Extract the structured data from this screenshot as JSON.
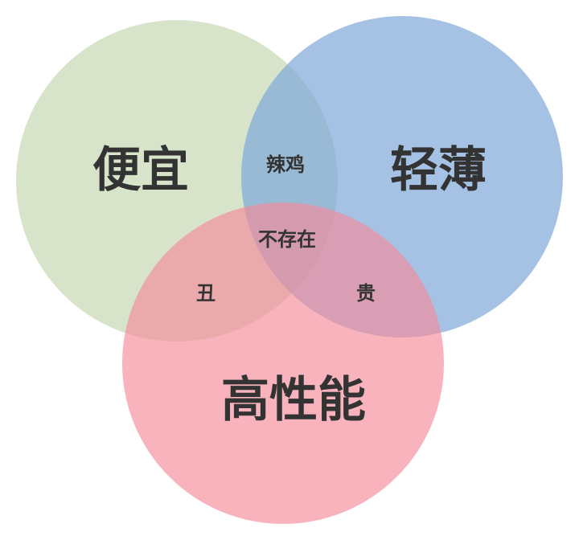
{
  "sets": [
    {
      "id": "cheap",
      "label": "便宜",
      "color": "#c8d9b3"
    },
    {
      "id": "light",
      "label": "轻薄",
      "color": "#7fa8d8"
    },
    {
      "id": "performance",
      "label": "高性能",
      "color": "#f48a9a"
    }
  ],
  "overlaps": {
    "cheap_light": "辣鸡",
    "cheap_performance": "丑",
    "light_performance": "贵",
    "all": "不存在"
  }
}
